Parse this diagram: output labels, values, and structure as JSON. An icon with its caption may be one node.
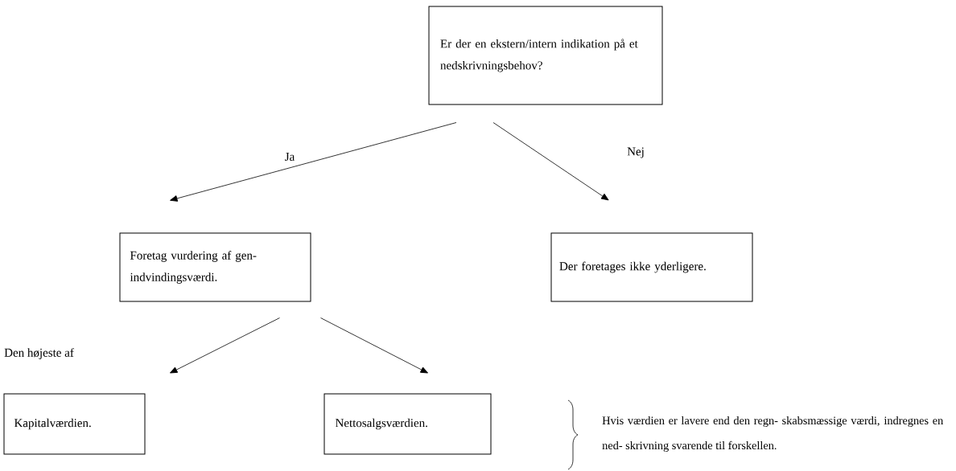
{
  "diagram": {
    "nodes": [
      {
        "text": [
          "Er der en ekstern/intern indikation på et nedskrivningsbehov?"
        ]
      },
      {
        "text": [
          "Foretag vurdering af gen- indvindingsværdi."
        ]
      },
      {
        "text": [
          "Der foretages ikke yderligere."
        ]
      },
      {
        "text": [
          "Kapitalværdien."
        ]
      },
      {
        "text": [
          "Nettosalgsværdien."
        ]
      }
    ],
    "edges": [
      {
        "from": 0,
        "to": 1,
        "arrow": "to",
        "label": "Ja"
      },
      {
        "from": 0,
        "to": 2,
        "arrow": "to",
        "label": "Nej"
      },
      {
        "from": 1,
        "to": 3,
        "arrow": "to"
      },
      {
        "from": 1,
        "to": 4,
        "arrow": "to"
      }
    ],
    "labels": [
      "Den højeste af",
      "Hvis værdien er lavere end den regn- skabsmæssige værdi, indregnes en ned- skrivning svarende til forskellen."
    ]
  }
}
